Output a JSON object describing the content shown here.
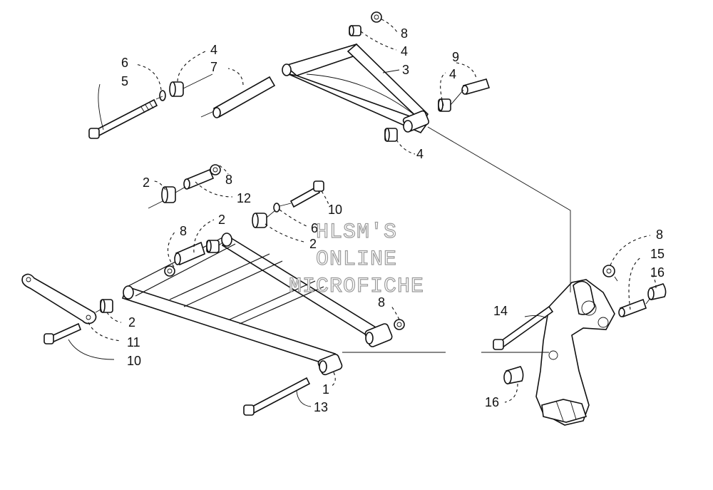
{
  "watermark": {
    "line1": "HLSM'S",
    "line2": "ONLINE",
    "line3": "MICROFICHE"
  },
  "callouts": [
    {
      "id": "c8a",
      "label": "8"
    },
    {
      "id": "c4a",
      "label": "4"
    },
    {
      "id": "c3",
      "label": "3"
    },
    {
      "id": "c9",
      "label": "9"
    },
    {
      "id": "c4b",
      "label": "4"
    },
    {
      "id": "c4c",
      "label": "4"
    },
    {
      "id": "c4d",
      "label": "4"
    },
    {
      "id": "c7",
      "label": "7"
    },
    {
      "id": "c6a",
      "label": "6"
    },
    {
      "id": "c5",
      "label": "5"
    },
    {
      "id": "c2a",
      "label": "2"
    },
    {
      "id": "c8b",
      "label": "8"
    },
    {
      "id": "c12",
      "label": "12"
    },
    {
      "id": "c10a",
      "label": "10"
    },
    {
      "id": "c6b",
      "label": "6"
    },
    {
      "id": "c2b",
      "label": "2"
    },
    {
      "id": "c8c",
      "label": "8"
    },
    {
      "id": "c2c",
      "label": "2"
    },
    {
      "id": "c2d",
      "label": "2"
    },
    {
      "id": "c11",
      "label": "11"
    },
    {
      "id": "c10b",
      "label": "10"
    },
    {
      "id": "c8d",
      "label": "8"
    },
    {
      "id": "c1",
      "label": "1"
    },
    {
      "id": "c13",
      "label": "13"
    },
    {
      "id": "c8e",
      "label": "8"
    },
    {
      "id": "c15",
      "label": "15"
    },
    {
      "id": "c16a",
      "label": "16"
    },
    {
      "id": "c14",
      "label": "14"
    },
    {
      "id": "c16b",
      "label": "16"
    }
  ]
}
